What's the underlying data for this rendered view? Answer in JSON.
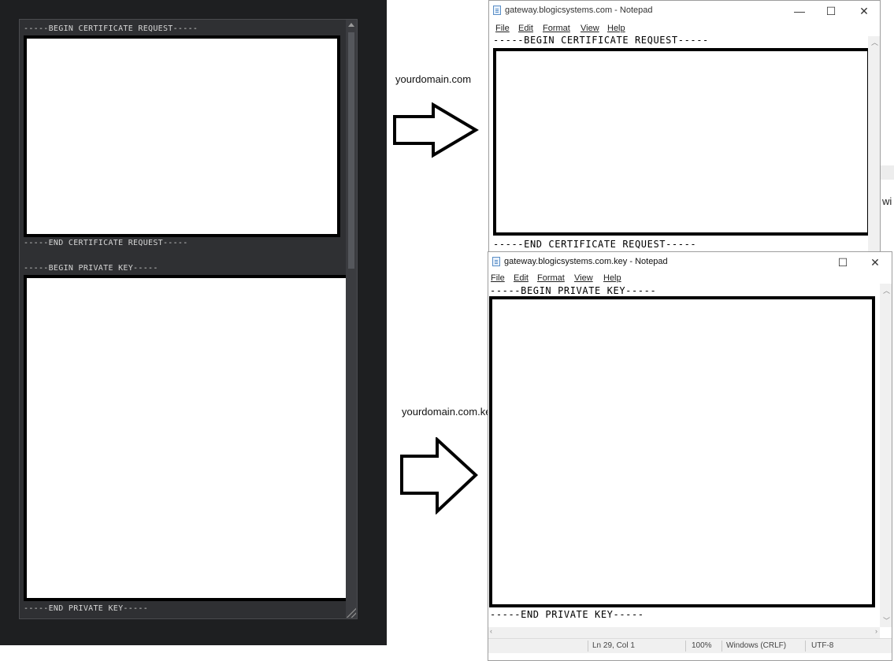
{
  "csr_panel": {
    "begin_csr": "-----BEGIN CERTIFICATE REQUEST-----",
    "end_csr": "-----END CERTIFICATE REQUEST-----",
    "begin_key": "-----BEGIN PRIVATE KEY-----",
    "end_key": "-----END PRIVATE KEY-----"
  },
  "labels": {
    "csr_file": "yourdomain.com",
    "key_file": "yourdomain.com.key"
  },
  "notepad_csr": {
    "title": "gateway.blogicsystems.com - Notepad",
    "menu": [
      "File",
      "Edit",
      "Format",
      "View",
      "Help"
    ],
    "begin": "-----BEGIN CERTIFICATE REQUEST-----",
    "end": "-----END CERTIFICATE REQUEST-----",
    "controls": {
      "minimize": "—",
      "maximize": "☐",
      "close": "✕"
    }
  },
  "notepad_key": {
    "title": "gateway.blogicsystems.com.key - Notepad",
    "menu": [
      "File",
      "Edit",
      "Format",
      "View",
      "Help"
    ],
    "begin": "-----BEGIN PRIVATE KEY-----",
    "end": "-----END PRIVATE KEY-----",
    "controls": {
      "maximize": "☐",
      "close": "✕"
    },
    "status": {
      "position": "Ln 29, Col 1",
      "zoom": "100%",
      "line_endings": "Windows (CRLF)",
      "encoding": "UTF-8"
    }
  },
  "background_fragment": {
    "text": "wi"
  }
}
